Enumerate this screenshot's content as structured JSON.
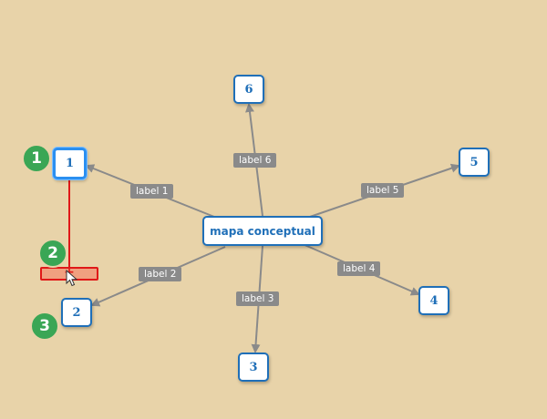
{
  "map": {
    "center": "mapa conceptual",
    "nodes": [
      "1",
      "2",
      "3",
      "4",
      "5",
      "6"
    ],
    "edge_labels": [
      "label 1",
      "label 2",
      "label 3",
      "label 4",
      "label 5",
      "label 6"
    ]
  },
  "steps": [
    "1",
    "2",
    "3"
  ],
  "colors": {
    "background": "#e8d3a9",
    "node_border": "#1f6fb8",
    "edge": "#8a8a8a",
    "highlight": "#e01818",
    "step_badge": "#3aa655"
  }
}
